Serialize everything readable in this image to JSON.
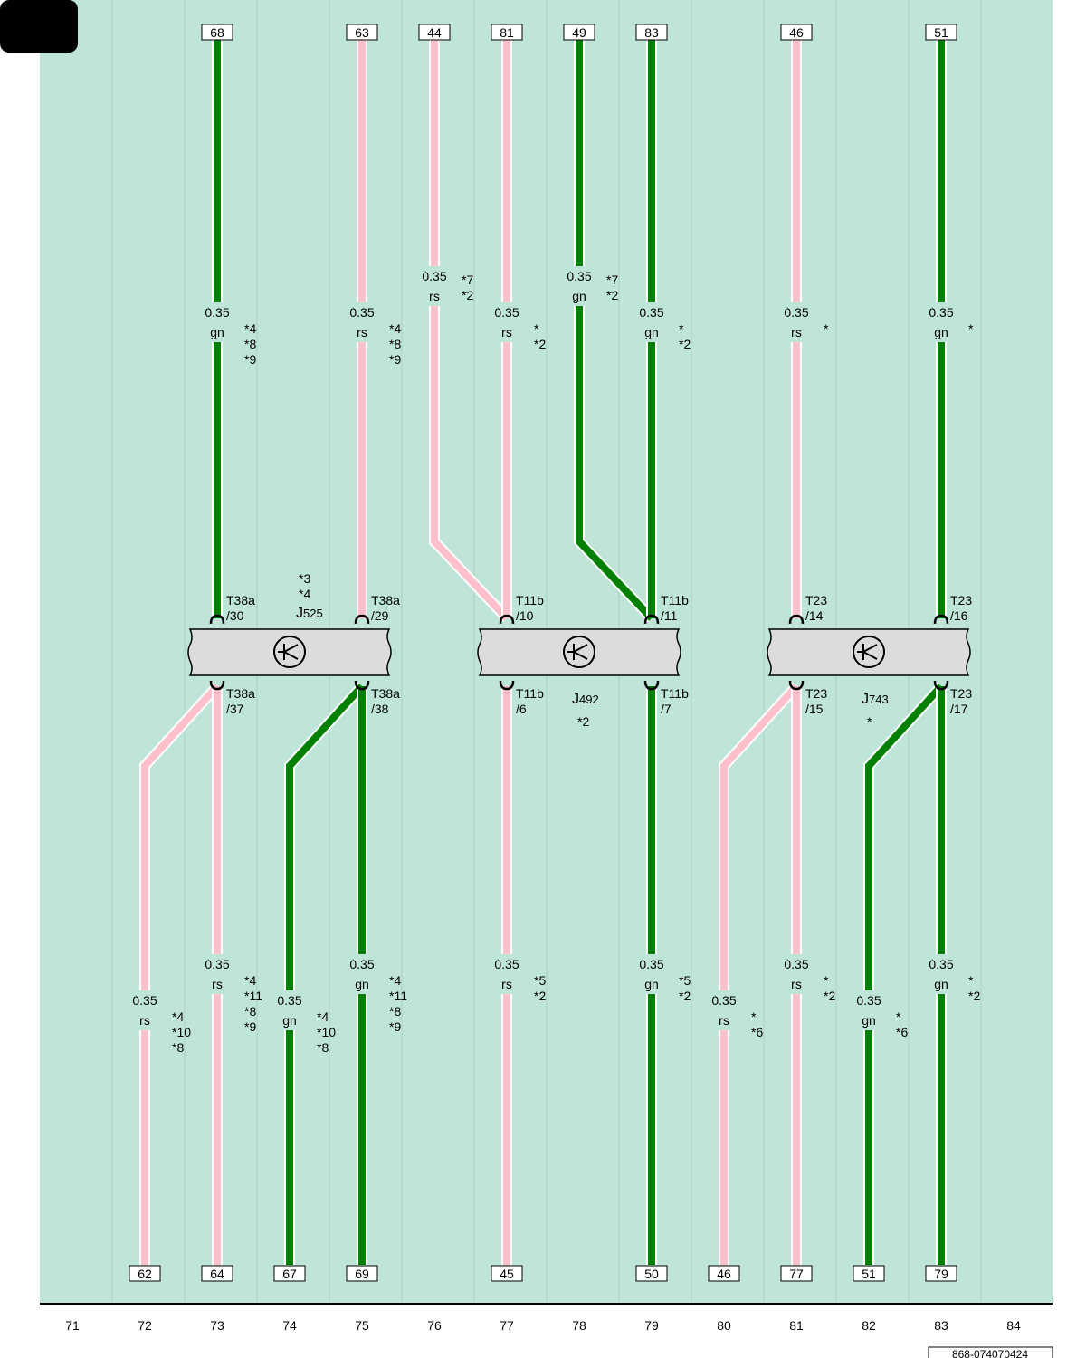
{
  "colors": {
    "background": "#bfe4d8",
    "rs": "#ffc0cb",
    "gn": "#008000",
    "component_fill": "#dcdcdc"
  },
  "columns": [
    "71",
    "72",
    "73",
    "74",
    "75",
    "76",
    "77",
    "78",
    "79",
    "80",
    "81",
    "82",
    "83",
    "84"
  ],
  "top_refs": [
    {
      "col": 73,
      "label": "68"
    },
    {
      "col": 75,
      "label": "63"
    },
    {
      "col": 76,
      "label": "44"
    },
    {
      "col": 77,
      "label": "81"
    },
    {
      "col": 78,
      "label": "49"
    },
    {
      "col": 79,
      "label": "83"
    },
    {
      "col": 81,
      "label": "46"
    },
    {
      "col": 83,
      "label": "51"
    }
  ],
  "bottom_refs": [
    {
      "col": 72,
      "label": "62"
    },
    {
      "col": 73,
      "label": "64"
    },
    {
      "col": 74,
      "label": "67"
    },
    {
      "col": 75,
      "label": "69"
    },
    {
      "col": 77,
      "label": "45"
    },
    {
      "col": 79,
      "label": "50"
    },
    {
      "col": 80,
      "label": "46"
    },
    {
      "col": 81,
      "label": "77"
    },
    {
      "col": 82,
      "label": "51"
    },
    {
      "col": 83,
      "label": "79"
    }
  ],
  "wires": [
    {
      "color": "gn",
      "path": [
        [
          73,
          "top"
        ],
        [
          73,
          "j_top"
        ]
      ],
      "label": {
        "col": 73,
        "y": "upper",
        "size": "0.35",
        "code": "gn",
        "notes": [
          "*4",
          "*8",
          "*9"
        ]
      }
    },
    {
      "color": "rs",
      "path": [
        [
          75,
          "top"
        ],
        [
          75,
          "j_top"
        ]
      ],
      "label": {
        "col": 75,
        "y": "upper",
        "size": "0.35",
        "code": "rs",
        "notes": [
          "*4",
          "*8",
          "*9"
        ]
      }
    },
    {
      "color": "rs",
      "path": [
        [
          76,
          "top"
        ],
        [
          76,
          "bend_top"
        ],
        [
          77,
          "j_top"
        ]
      ],
      "label": {
        "col": 76,
        "y": "upper_hi",
        "size": "0.35",
        "code": "rs",
        "notes": [
          "*7",
          "*2"
        ]
      }
    },
    {
      "color": "rs",
      "path": [
        [
          77,
          "top"
        ],
        [
          77,
          "j_top"
        ]
      ],
      "label": {
        "col": 77,
        "y": "upper",
        "size": "0.35",
        "code": "rs",
        "notes": [
          "*",
          "*2"
        ]
      }
    },
    {
      "color": "gn",
      "path": [
        [
          78,
          "top"
        ],
        [
          78,
          "bend_top"
        ],
        [
          79,
          "j_top"
        ]
      ],
      "label": {
        "col": 78,
        "y": "upper_hi",
        "size": "0.35",
        "code": "gn",
        "notes": [
          "*7",
          "*2"
        ]
      }
    },
    {
      "color": "gn",
      "path": [
        [
          79,
          "top"
        ],
        [
          79,
          "j_top"
        ]
      ],
      "label": {
        "col": 79,
        "y": "upper",
        "size": "0.35",
        "code": "gn",
        "notes": [
          "*",
          "*2"
        ]
      }
    },
    {
      "color": "rs",
      "path": [
        [
          81,
          "top"
        ],
        [
          81,
          "j_top"
        ]
      ],
      "label": {
        "col": 81,
        "y": "upper",
        "size": "0.35",
        "code": "rs",
        "notes": [
          "*"
        ]
      }
    },
    {
      "color": "gn",
      "path": [
        [
          83,
          "top"
        ],
        [
          83,
          "j_top"
        ]
      ],
      "label": {
        "col": 83,
        "y": "upper",
        "size": "0.35",
        "code": "gn",
        "notes": [
          "*"
        ]
      }
    },
    {
      "color": "rs",
      "path": [
        [
          73,
          "j_bot"
        ],
        [
          72,
          "bend_bot"
        ],
        [
          72,
          "bottom"
        ]
      ],
      "label": {
        "col": 72,
        "y": "lower_lo",
        "size": "0.35",
        "code": "rs",
        "notes": [
          "*4",
          "*10",
          "*8"
        ]
      }
    },
    {
      "color": "rs",
      "path": [
        [
          73,
          "j_bot"
        ],
        [
          73,
          "bottom"
        ]
      ],
      "label": {
        "col": 73,
        "y": "lower",
        "size": "0.35",
        "code": "rs",
        "notes": [
          "*4",
          "*11",
          "*8",
          "*9"
        ]
      }
    },
    {
      "color": "gn",
      "path": [
        [
          75,
          "j_bot"
        ],
        [
          74,
          "bend_bot"
        ],
        [
          74,
          "bottom"
        ]
      ],
      "label": {
        "col": 74,
        "y": "lower_lo",
        "size": "0.35",
        "code": "gn",
        "notes": [
          "*4",
          "*10",
          "*8"
        ]
      }
    },
    {
      "color": "gn",
      "path": [
        [
          75,
          "j_bot"
        ],
        [
          75,
          "bottom"
        ]
      ],
      "label": {
        "col": 75,
        "y": "lower",
        "size": "0.35",
        "code": "gn",
        "notes": [
          "*4",
          "*11",
          "*8",
          "*9"
        ]
      }
    },
    {
      "color": "rs",
      "path": [
        [
          77,
          "j_bot"
        ],
        [
          77,
          "bottom"
        ]
      ],
      "label": {
        "col": 77,
        "y": "lower",
        "size": "0.35",
        "code": "rs",
        "notes": [
          "*5",
          "*2"
        ]
      }
    },
    {
      "color": "gn",
      "path": [
        [
          79,
          "j_bot"
        ],
        [
          79,
          "bottom"
        ]
      ],
      "label": {
        "col": 79,
        "y": "lower",
        "size": "0.35",
        "code": "gn",
        "notes": [
          "*5",
          "*2"
        ]
      }
    },
    {
      "color": "rs",
      "path": [
        [
          81,
          "j_bot"
        ],
        [
          80,
          "bend_bot"
        ],
        [
          80,
          "bottom"
        ]
      ],
      "label": {
        "col": 80,
        "y": "lower_lo",
        "size": "0.35",
        "code": "rs",
        "notes": [
          "*",
          "*6"
        ]
      }
    },
    {
      "color": "rs",
      "path": [
        [
          81,
          "j_bot"
        ],
        [
          81,
          "bottom"
        ]
      ],
      "label": {
        "col": 81,
        "y": "lower",
        "size": "0.35",
        "code": "rs",
        "notes": [
          "*",
          "*2"
        ]
      }
    },
    {
      "color": "gn",
      "path": [
        [
          83,
          "j_bot"
        ],
        [
          82,
          "bend_bot"
        ],
        [
          82,
          "bottom"
        ]
      ],
      "label": {
        "col": 82,
        "y": "lower_lo",
        "size": "0.35",
        "code": "gn",
        "notes": [
          "*",
          "*6"
        ]
      }
    },
    {
      "color": "gn",
      "path": [
        [
          83,
          "j_bot"
        ],
        [
          83,
          "bottom"
        ]
      ],
      "label": {
        "col": 83,
        "y": "lower",
        "size": "0.35",
        "code": "gn",
        "notes": [
          "*",
          "*2"
        ]
      }
    }
  ],
  "components": [
    {
      "id": "J525",
      "letter": "J",
      "number": "525",
      "notes": [
        "*3",
        "*4"
      ],
      "label_side": "top",
      "col_from": 73,
      "col_to": 75,
      "pins": [
        {
          "col": 73,
          "side": "top",
          "conn": "T38a",
          "pin": "/30"
        },
        {
          "col": 75,
          "side": "top",
          "conn": "T38a",
          "pin": "/29"
        },
        {
          "col": 73,
          "side": "bottom",
          "conn": "T38a",
          "pin": "/37"
        },
        {
          "col": 75,
          "side": "bottom",
          "conn": "T38a",
          "pin": "/38"
        }
      ]
    },
    {
      "id": "J492",
      "letter": "J",
      "number": "492",
      "notes": [
        "*2"
      ],
      "label_side": "bottom",
      "col_from": 77,
      "col_to": 79,
      "pins": [
        {
          "col": 77,
          "side": "top",
          "conn": "T11b",
          "pin": "/10"
        },
        {
          "col": 79,
          "side": "top",
          "conn": "T11b",
          "pin": "/11"
        },
        {
          "col": 77,
          "side": "bottom",
          "conn": "T11b",
          "pin": "/6"
        },
        {
          "col": 79,
          "side": "bottom",
          "conn": "T11b",
          "pin": "/7"
        }
      ]
    },
    {
      "id": "J743",
      "letter": "J",
      "number": "743",
      "notes": [
        "*"
      ],
      "label_side": "bottom",
      "col_from": 81,
      "col_to": 83,
      "pins": [
        {
          "col": 81,
          "side": "top",
          "conn": "T23",
          "pin": "/14"
        },
        {
          "col": 83,
          "side": "top",
          "conn": "T23",
          "pin": "/16"
        },
        {
          "col": 81,
          "side": "bottom",
          "conn": "T23",
          "pin": "/15"
        },
        {
          "col": 83,
          "side": "bottom",
          "conn": "T23",
          "pin": "/17"
        }
      ]
    }
  ],
  "footer": {
    "drawing_id": "868-074070424"
  }
}
